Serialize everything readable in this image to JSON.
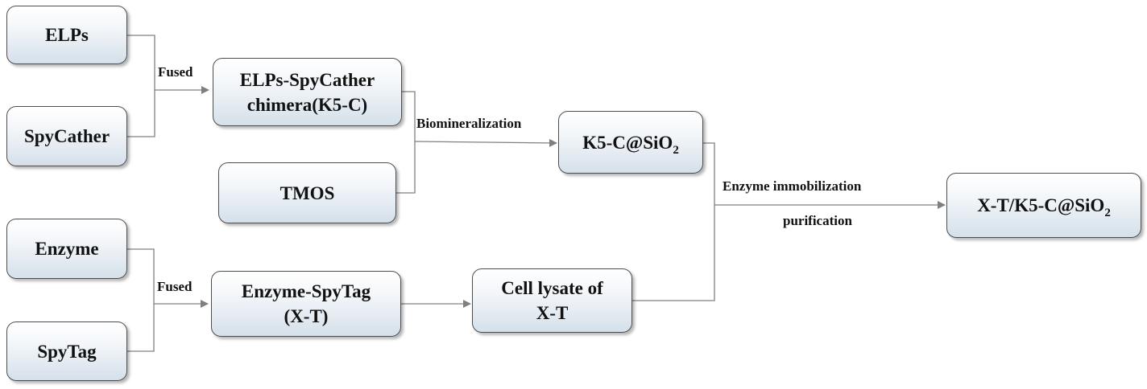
{
  "boxes": {
    "elps": "ELPs",
    "spycather": "SpyCather",
    "chimera_line1": "ELPs-SpyCather",
    "chimera_line2": "chimera(K5-C)",
    "tmos": "TMOS",
    "k5c_sio2_main": "K5-C@SiO",
    "k5c_sio2_sub": "2",
    "final_main": "X-T/K5-C@SiO",
    "final_sub": "2",
    "enzyme": "Enzyme",
    "spytag": "SpyTag",
    "enzyme_spytag_line1": "Enzyme-SpyTag",
    "enzyme_spytag_line2": "(X-T)",
    "lysate_line1": "Cell lysate of",
    "lysate_line2": "X-T"
  },
  "labels": {
    "fused_top": "Fused",
    "fused_bottom": "Fused",
    "biomineralization": "Biomineralization",
    "immobilization": "Enzyme immobilization",
    "purification": "purification"
  }
}
